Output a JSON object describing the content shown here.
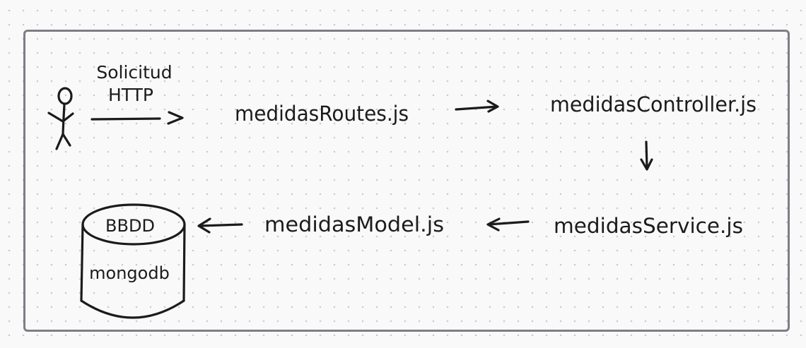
{
  "diagram": {
    "actor_label_line1": "Solicitud",
    "actor_label_line2": "HTTP",
    "nodes": {
      "routes": "medidasRoutes.js",
      "controller": "medidasController.js",
      "service": "medidasService.js",
      "model": "medidasModel.js",
      "database_top": "BBDD",
      "database_body": "mongodb"
    },
    "icons": {
      "actor": "stick-figure",
      "database": "cylinder"
    },
    "colors": {
      "ink": "#1b1b1b",
      "frame": "#7e7e84",
      "background": "#f9f9fa",
      "grid_dot": "#c9c9cf"
    }
  }
}
